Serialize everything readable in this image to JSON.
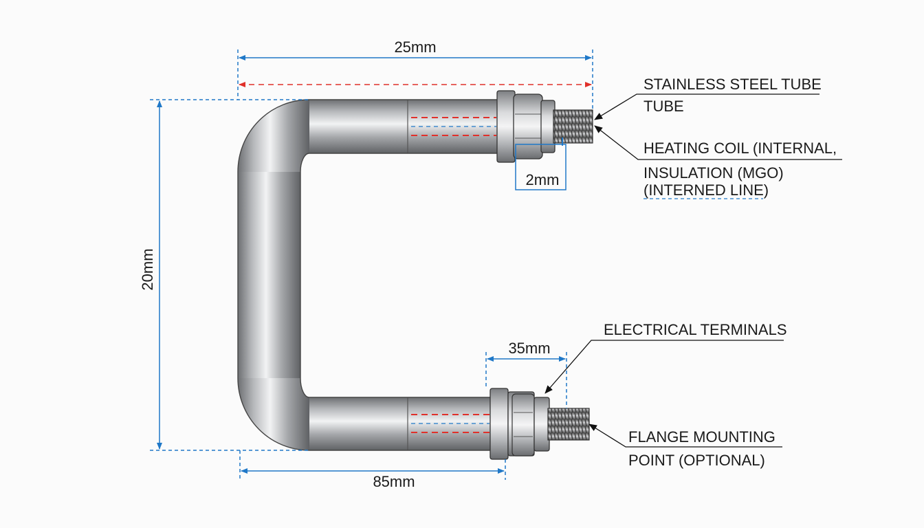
{
  "colors": {
    "dimension": "#1f78c8",
    "internal": "#e0302a",
    "tube_dark": "#6d6f72",
    "tube_light": "#f2f3f4",
    "leader": "#111111"
  },
  "dimensions": {
    "top_width": "25mm",
    "height": "20mm",
    "bottom_width": "85mm",
    "terminal_length": "35mm",
    "gap": "2mm"
  },
  "callouts": {
    "tube_line1": "STAINLESS STEEL TUBE",
    "tube_line2": "TUBE",
    "coil_line1": "HEATING COIL (INTERNAL,",
    "coil_line2": "INSULATION (MGO)",
    "coil_line3": "(INTERNED LINE)",
    "terminals": "ELECTRICAL TERMINALS",
    "flange_line1": "FLANGE MOUNTING",
    "flange_line2": "POINT (OPTIONAL)"
  }
}
